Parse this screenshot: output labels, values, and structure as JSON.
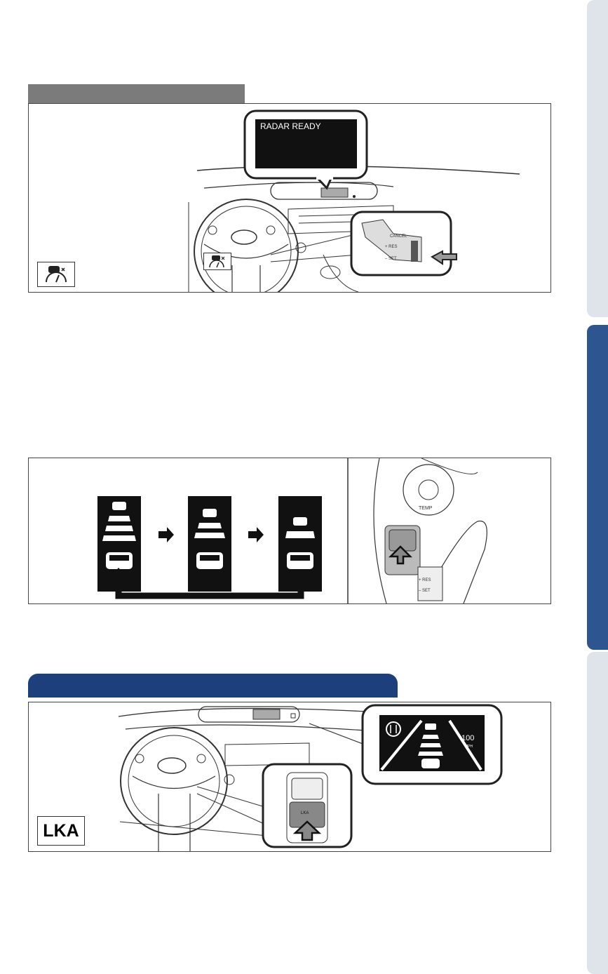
{
  "side_tabs": [
    {
      "state": "inactive",
      "color": "#dfe3ea"
    },
    {
      "state": "active",
      "color": "#2d5590"
    },
    {
      "state": "inactive",
      "color": "#dfe3ea"
    }
  ],
  "figure1": {
    "display_text": "RADAR READY",
    "lever_labels": {
      "cancel": "CANCEL",
      "res": "+ RES",
      "set": "– SET"
    }
  },
  "figure2": {
    "lever_labels": {
      "res": "+ RES",
      "set": "– SET"
    },
    "climate_label": "TEMP"
  },
  "figure3": {
    "badge": "LKA",
    "speed_value": "100",
    "speed_unit": "MPH",
    "switch_label": "LKA"
  },
  "colors": {
    "section_gray": "#7b7b7b",
    "section_blue": "#1d3f7c",
    "tab_active": "#2d5590",
    "tab_inactive": "#dfe3ea"
  }
}
